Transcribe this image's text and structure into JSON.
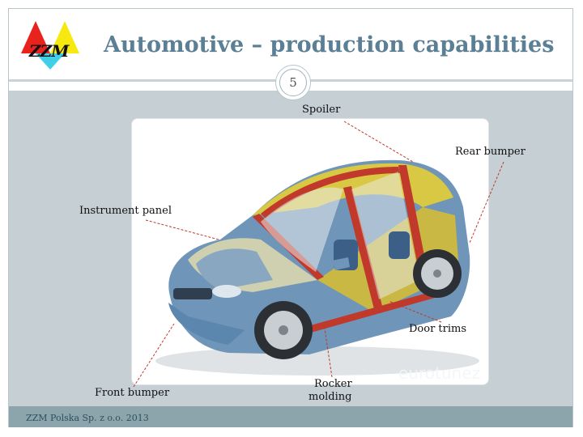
{
  "slide": {
    "title": "Automotive – production capabilities",
    "page_number": "5",
    "footer": "ZZM Polska Sp. z o.o. 2013"
  },
  "logo": {
    "text": "ZZM",
    "colors": {
      "red": "#e8221c",
      "yellow": "#f6e90f",
      "cyan": "#3fd0e8"
    }
  },
  "callouts": {
    "spoiler": "Spoiler",
    "rear_bumper": "Rear bumper",
    "instrument_panel": "Instrument panel",
    "door_trims": "Door trims",
    "front_bumper": "Front bumper",
    "rocker_molding_line1": "Rocker",
    "rocker_molding_line2": "molding"
  },
  "photo": {
    "watermark": "eurotunez"
  },
  "colors": {
    "title": "#5b7f95",
    "content_bg": "#c5cfd4",
    "footer_bg": "#8ca5ac",
    "leader_line": "#c0392b"
  }
}
